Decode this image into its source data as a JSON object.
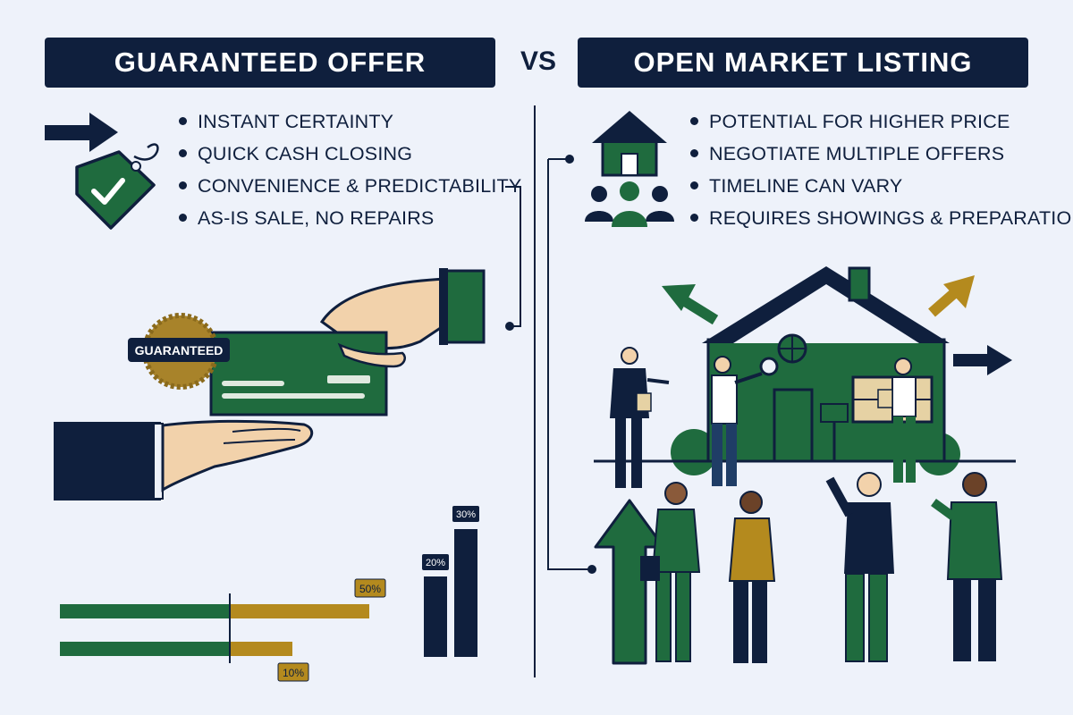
{
  "left": {
    "title": "GUARANTEED OFFER",
    "bullets": [
      "INSTANT CERTAINTY",
      "QUICK CASH CLOSING",
      "CONVENIENCE & PREDICTABILITY",
      "AS-IS SALE, NO REPAIRS"
    ],
    "seal_text": "GUARANTEED",
    "bar_labels": [
      "50%",
      "10%"
    ],
    "column_labels": [
      "20%",
      "30%"
    ]
  },
  "vs": "VS",
  "right": {
    "title": "OPEN MARKET LISTING",
    "bullets": [
      "POTENTIAL FOR HIGHER PRICE",
      "NEGOTIATE MULTIPLE OFFERS",
      "TIMELINE CAN VARY",
      "REQUIRES SHOWINGS & PREPARATION"
    ]
  },
  "colors": {
    "navy": "#0f1f3d",
    "green": "#1f6b3e",
    "gold": "#b48a1e",
    "skin": "#f2d2ab",
    "background": "#eef2fa"
  },
  "icons": [
    "arrow-right-icon",
    "price-tag-check-icon",
    "house-icon",
    "people-group-icon",
    "guaranteed-seal-icon"
  ]
}
